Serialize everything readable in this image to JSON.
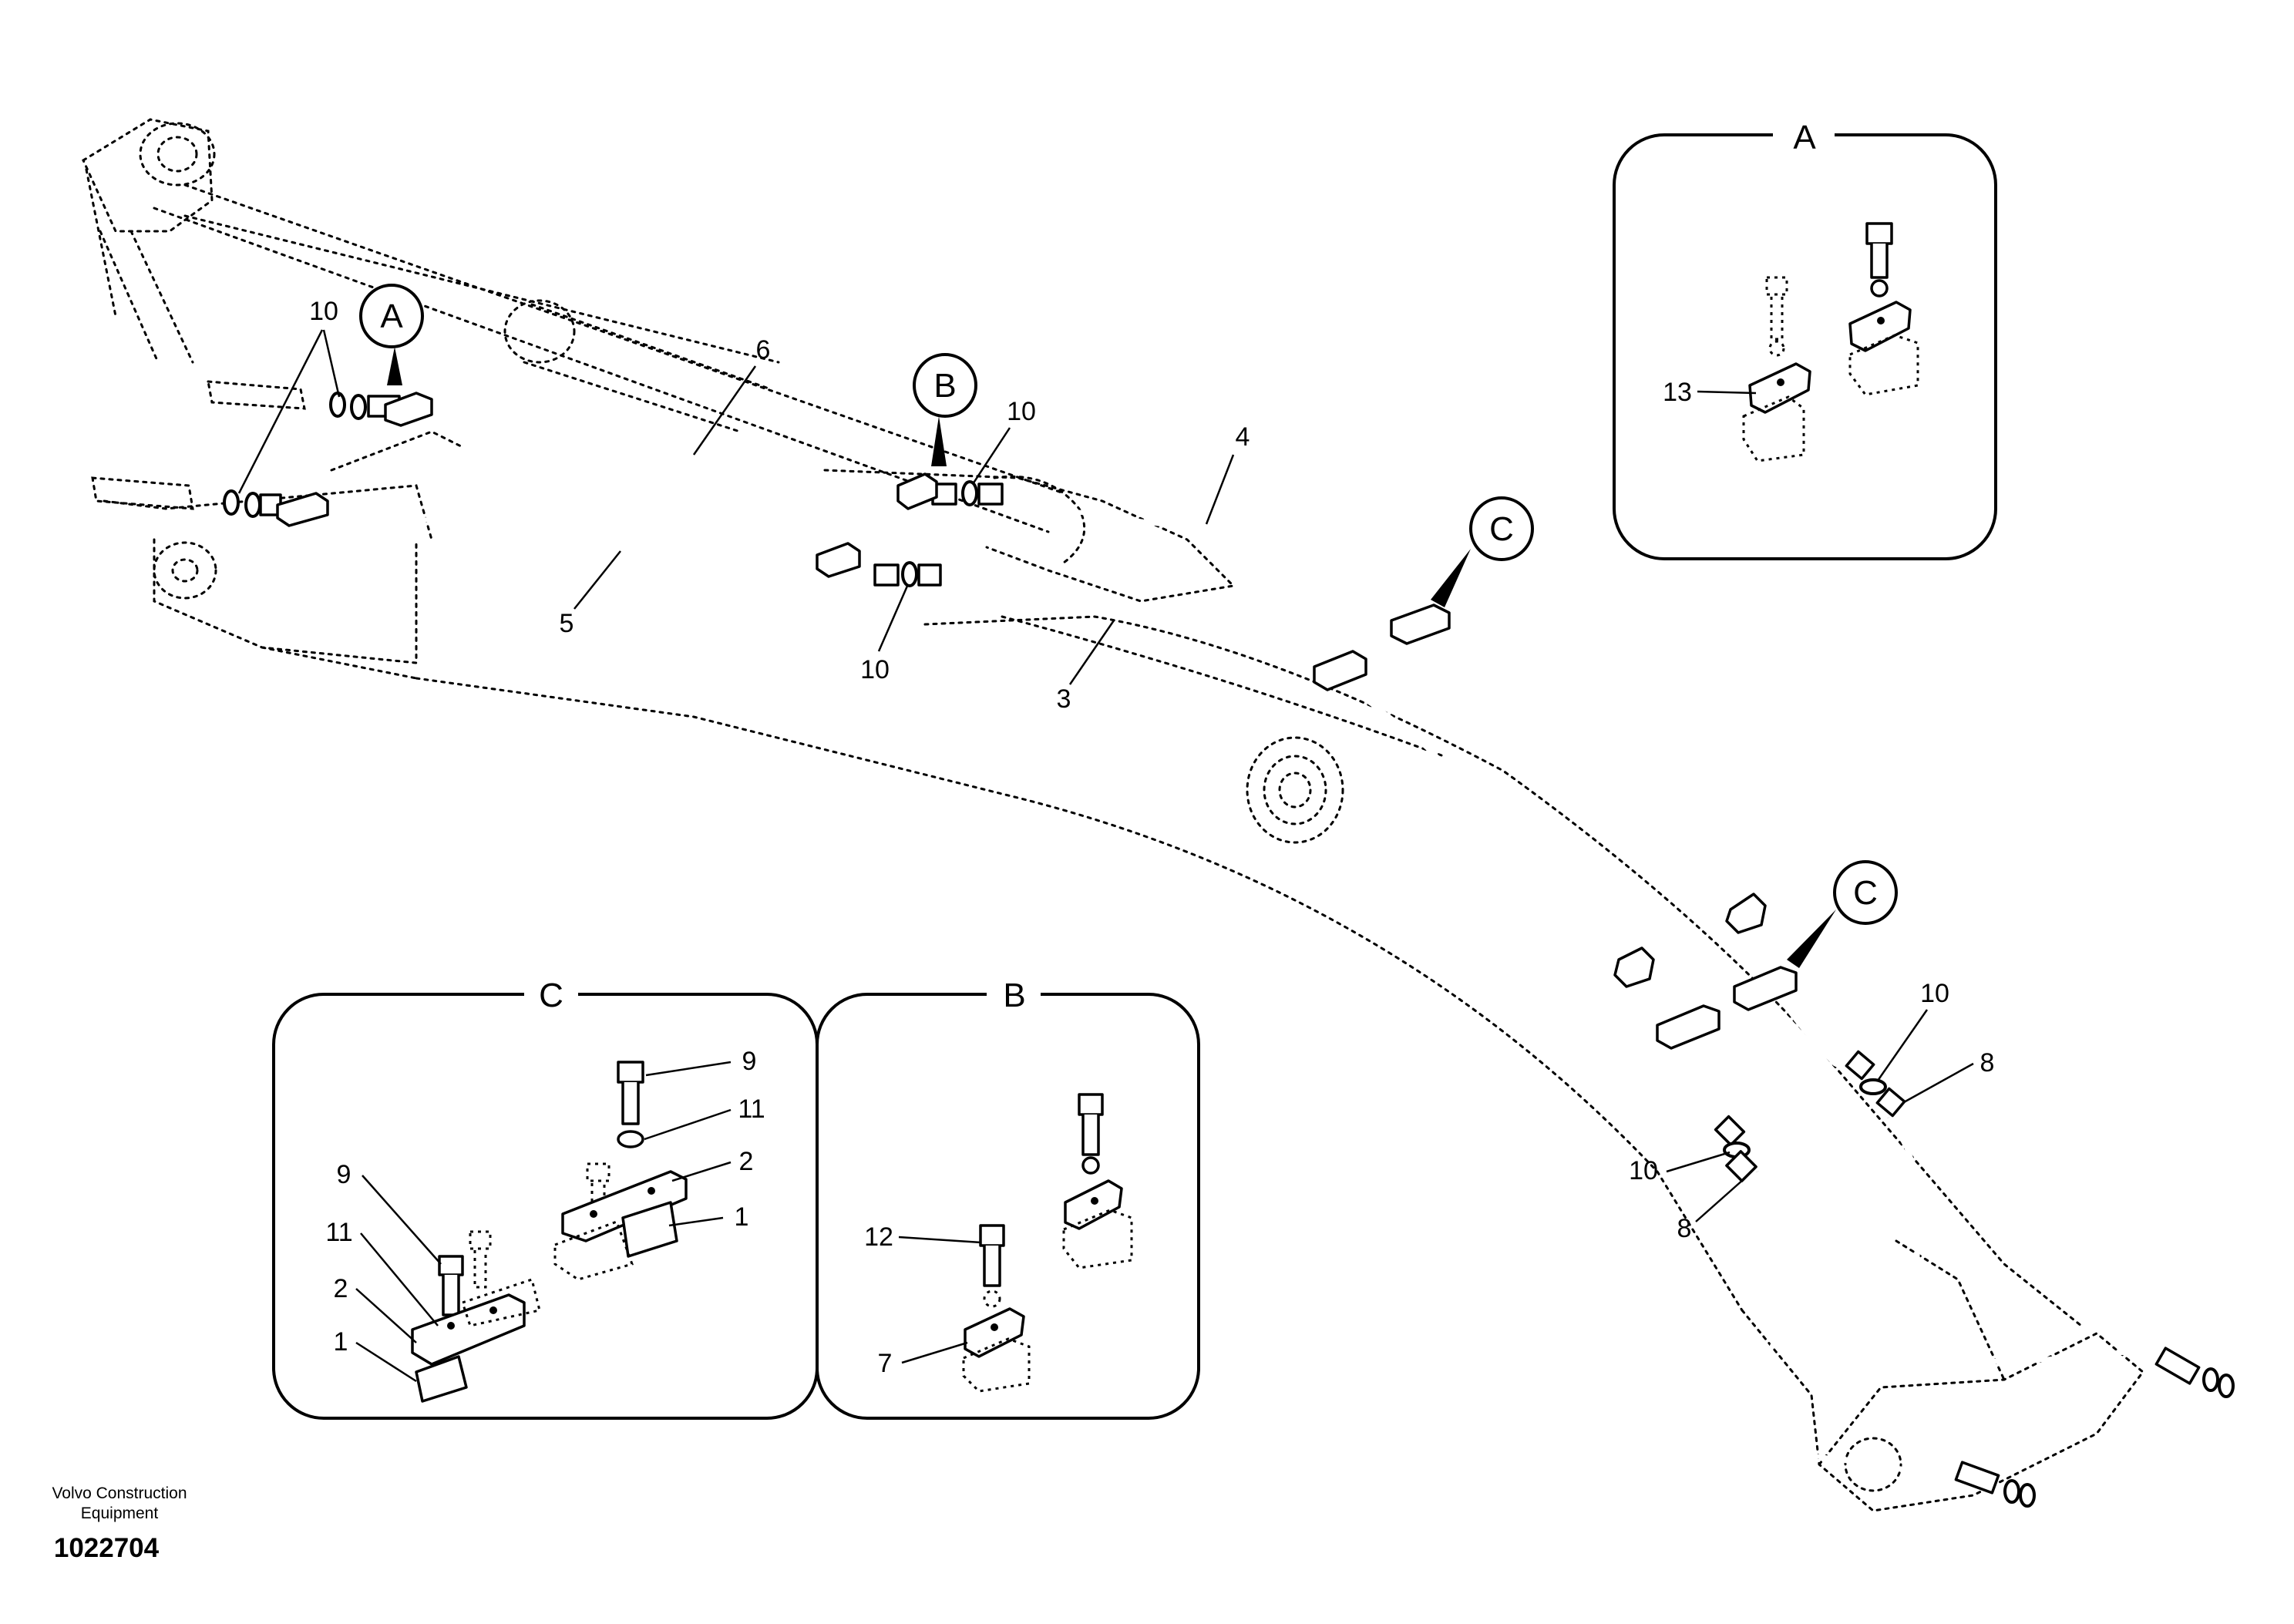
{
  "figure": {
    "boxes": {
      "A": {
        "title": "A",
        "labels": {
          "clamp": "13"
        }
      },
      "B": {
        "title": "B",
        "labels": {
          "bolt": "12",
          "clamp": "7"
        }
      },
      "C": {
        "title": "C",
        "labels": {
          "bolt_top": "9",
          "washer_top": "11",
          "clamp_upper_right": "2",
          "clamp_lower_right": "1",
          "bolt_left": "9",
          "washer_left": "11",
          "clamp_upper_left": "2",
          "clamp_lower_left": "1"
        }
      }
    },
    "callouts": {
      "A": "A",
      "B": "B",
      "C1": "C",
      "C2": "C"
    },
    "part_labels": {
      "p10_top_left": "10",
      "p6": "6",
      "p10_mid_top": "10",
      "p4": "4",
      "p5": "5",
      "p10_mid_bottom": "10",
      "p3": "3",
      "p10_right": "10",
      "p8_right": "8",
      "p10_lower": "10",
      "p8_lower": "8"
    }
  },
  "footer": {
    "company_line1": "Volvo Construction",
    "company_line2": "Equipment",
    "drawing_number": "1022704"
  }
}
